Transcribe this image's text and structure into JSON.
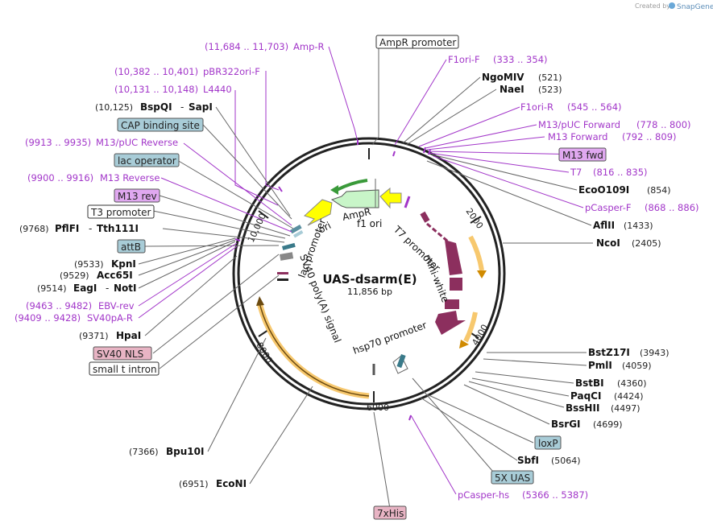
{
  "header": {
    "watermark_prefix": "Created by",
    "brand": "SnapGene"
  },
  "plasmid": {
    "name": "UAS-dsarm(E)",
    "length_label": "11,856 bp",
    "ticks": [
      "2000",
      "4000",
      "6000",
      "8000",
      "10,000"
    ]
  },
  "features": [
    {
      "name": "ori"
    },
    {
      "name": "AmpR"
    },
    {
      "name": "f1 ori"
    },
    {
      "name": "T7 promoter"
    },
    {
      "name": "mini-white"
    },
    {
      "name": "hsp70 promoter"
    },
    {
      "name": "SV40 poly(A) signal"
    },
    {
      "name": "lac promoter"
    }
  ],
  "callouts_left": [
    {
      "type": "primer",
      "pos": "(11,684 .. 11,703)",
      "name": "Amp-R"
    },
    {
      "type": "boxed-white",
      "name": "AmpR promoter"
    },
    {
      "type": "primer",
      "pos": "(10,382 .. 10,401)",
      "name": "pBR322ori-F"
    },
    {
      "type": "primer",
      "pos": "(10,131 .. 10,148)",
      "name": "L4440"
    },
    {
      "type": "enzyme",
      "pos": "(10,125)",
      "name": "BspQI",
      "name2": "SapI"
    },
    {
      "type": "boxed-blue",
      "name": "CAP binding site"
    },
    {
      "type": "primer",
      "pos": "(9913 .. 9935)",
      "name": "M13/pUC Reverse"
    },
    {
      "type": "boxed-blue",
      "name": "lac operator"
    },
    {
      "type": "primer",
      "pos": "(9900 .. 9916)",
      "name": "M13 Reverse"
    },
    {
      "type": "boxed-purple",
      "name": "M13 rev"
    },
    {
      "type": "boxed-white",
      "name": "T3 promoter"
    },
    {
      "type": "enzyme",
      "pos": "(9768)",
      "name": "PflFI",
      "name2": "Tth111I"
    },
    {
      "type": "boxed-blue",
      "name": "attB"
    },
    {
      "type": "enzyme",
      "pos": "(9533)",
      "name": "KpnI"
    },
    {
      "type": "enzyme",
      "pos": "(9529)",
      "name": "Acc65I"
    },
    {
      "type": "enzyme",
      "pos": "(9514)",
      "name": "EagI",
      "name2": "NotI"
    },
    {
      "type": "primer",
      "pos": "(9463 .. 9482)",
      "name": "EBV-rev"
    },
    {
      "type": "primer",
      "pos": "(9409 .. 9428)",
      "name": "SV40pA-R"
    },
    {
      "type": "enzyme",
      "pos": "(9371)",
      "name": "HpaI"
    },
    {
      "type": "boxed-pink",
      "name": "SV40 NLS"
    },
    {
      "type": "boxed-white",
      "name": "small t intron"
    },
    {
      "type": "enzyme",
      "pos": "(7366)",
      "name": "Bpu10I"
    },
    {
      "type": "enzyme",
      "pos": "(6951)",
      "name": "EcoNI"
    },
    {
      "type": "boxed-pink",
      "name": "7xHis"
    }
  ],
  "callouts_right": [
    {
      "type": "primer",
      "name": "F1ori-F",
      "pos": "(333 .. 354)"
    },
    {
      "type": "enzyme",
      "name": "NgoMIV",
      "pos": "(521)"
    },
    {
      "type": "enzyme",
      "name": "NaeI",
      "pos": "(523)"
    },
    {
      "type": "primer",
      "name": "F1ori-R",
      "pos": "(545 .. 564)"
    },
    {
      "type": "primer",
      "name": "M13/pUC Forward",
      "pos": "(778 .. 800)"
    },
    {
      "type": "primer",
      "name": "M13 Forward",
      "pos": "(792 .. 809)"
    },
    {
      "type": "boxed-purple",
      "name": "M13 fwd"
    },
    {
      "type": "primer",
      "name": "T7",
      "pos": "(816 .. 835)"
    },
    {
      "type": "enzyme",
      "name": "EcoO109I",
      "pos": "(854)"
    },
    {
      "type": "primer",
      "name": "pCasper-F",
      "pos": "(868 .. 886)"
    },
    {
      "type": "enzyme",
      "name": "AflII",
      "pos": "(1433)"
    },
    {
      "type": "enzyme",
      "name": "NcoI",
      "pos": "(2405)"
    },
    {
      "type": "enzyme",
      "name": "BstZ17I",
      "pos": "(3943)"
    },
    {
      "type": "enzyme",
      "name": "PmlI",
      "pos": "(4059)"
    },
    {
      "type": "enzyme",
      "name": "BstBI",
      "pos": "(4360)"
    },
    {
      "type": "enzyme",
      "name": "PaqCI",
      "pos": "(4424)"
    },
    {
      "type": "enzyme",
      "name": "BssHII",
      "pos": "(4497)"
    },
    {
      "type": "enzyme",
      "name": "BsrGI",
      "pos": "(4699)"
    },
    {
      "type": "boxed-blue",
      "name": "loxP"
    },
    {
      "type": "enzyme",
      "name": "SbfI",
      "pos": "(5064)"
    },
    {
      "type": "boxed-blue",
      "name": "5X UAS"
    },
    {
      "type": "primer",
      "name": "pCasper-hs",
      "pos": "(5366 .. 5387)"
    }
  ],
  "colors": {
    "primer": "#a236c9",
    "boxed-blue": "#a8ccd7",
    "boxed-purple": "#e0a8f0",
    "boxed-pink": "#e8b4c4",
    "mini-white": "#8c2f5e",
    "sv40": "#f7c86e",
    "ori": "#ffff00",
    "ampr": "#c8f5c8"
  }
}
